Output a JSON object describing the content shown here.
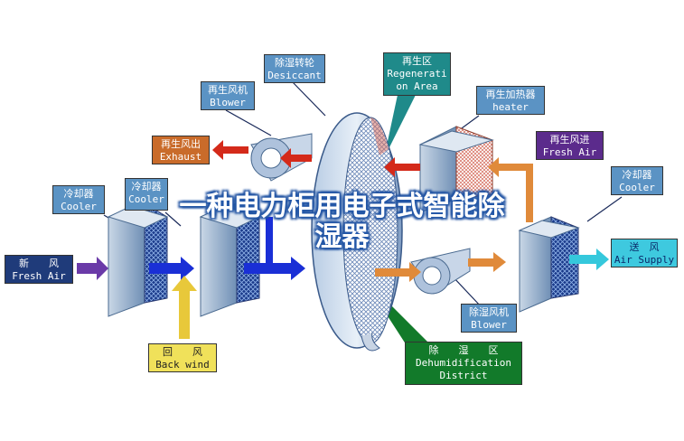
{
  "labels": {
    "desiccant": {
      "cn": "除湿转轮",
      "en": "Desiccant"
    },
    "regen_area": {
      "cn": "再生区",
      "en1": "Regenerati",
      "en2": "on Area"
    },
    "regen_blower": {
      "cn": "再生风机",
      "en": "Blower"
    },
    "regen_heater": {
      "cn": "再生加热器",
      "en": "heater"
    },
    "regen_exhaust": {
      "cn": "再生风出",
      "en": "Exhaust"
    },
    "regen_fresh_air": {
      "cn": "再生风进",
      "en": "Fresh Air"
    },
    "cooler_left": {
      "cn": "冷却器",
      "en": "Cooler"
    },
    "cooler_mid": {
      "cn": "冷却器",
      "en": "Cooler"
    },
    "cooler_right": {
      "cn": "冷却器",
      "en": "Cooler"
    },
    "fresh_air": {
      "cn": "新　　风",
      "en": "Fresh Air"
    },
    "air_supply": {
      "cn": "送　风",
      "en": "Air Supply"
    },
    "back_wind": {
      "cn": "回　　风",
      "en": "Back wind"
    },
    "dehum_blower": {
      "cn": "除湿风机",
      "en": "Blower"
    },
    "dehum_district": {
      "cn": "除　　湿　　区",
      "en1": "Dehumidification",
      "en2": "District"
    }
  },
  "overlay_title": {
    "line1": "一种电力柜用电子式智能除",
    "line2": "湿器"
  },
  "colors": {
    "label_blue": "#5b93c4",
    "label_navy": "#1f3b7a",
    "label_teal": "#1f8a8a",
    "label_orange": "#c96b2a",
    "label_cyan": "#3ec9df",
    "label_yellow": "#f0e15a",
    "label_green": "#127a2a",
    "label_purple": "#5b2b8c",
    "arrow_blue": "#1a2fd6",
    "arrow_red": "#d42a1a",
    "arrow_orange": "#e08a3a",
    "arrow_purple": "#6a3aa8",
    "arrow_yellow": "#e8c83a",
    "arrow_cyan": "#35c8dc"
  }
}
